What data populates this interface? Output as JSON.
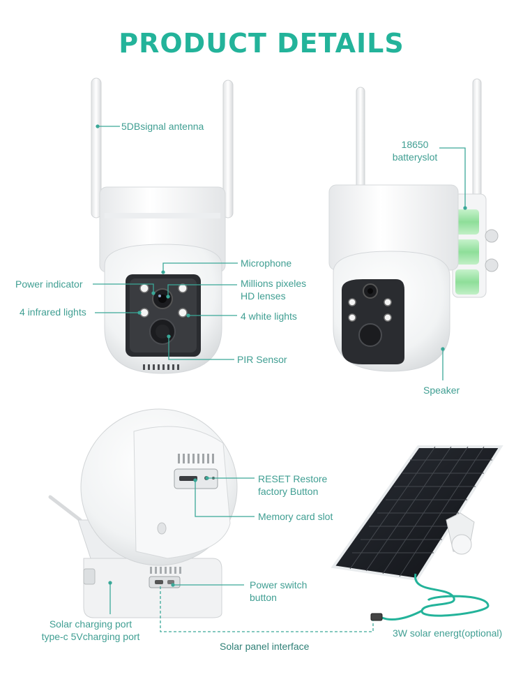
{
  "title": "PRODUCT DETAILS",
  "labels": {
    "antenna": "5DBsignal antenna",
    "battery_line1": "18650",
    "battery_line2": "batteryslot",
    "microphone": "Microphone",
    "power_indicator": "Power indicator",
    "lenses_line1": "Millions pixeles",
    "lenses_line2": "HD lenses",
    "infrared": "4 infrared lights",
    "white_lights": "4 white lights",
    "pir": "PIR Sensor",
    "speaker": "Speaker",
    "reset_line1": "RESET Restore",
    "reset_line2": "factory Button",
    "memory": "Memory card slot",
    "power_switch_line1": "Power switch",
    "power_switch_line2": "button",
    "charging_line1": "Solar charging port",
    "charging_line2": "type-c 5Vcharging port",
    "solar_interface": "Solar panel interface",
    "solar_panel": "3W solar energt(optional)"
  },
  "colors": {
    "accent": "#23b39a",
    "label": "#3f9e92",
    "callout_line": "#3aa898",
    "battery_green": "#9fe3a8",
    "panel_dark": "#1c1f24"
  }
}
